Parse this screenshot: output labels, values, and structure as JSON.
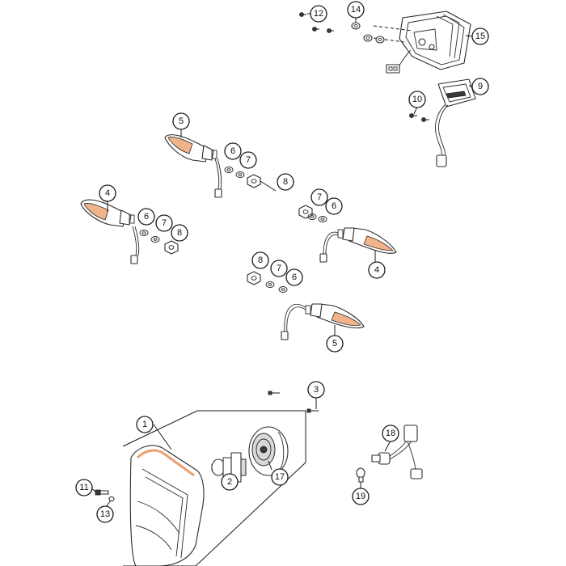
{
  "callouts": [
    {
      "id": "c1",
      "label": "1"
    },
    {
      "id": "c2",
      "label": "2"
    },
    {
      "id": "c3",
      "label": "3"
    },
    {
      "id": "c4a",
      "label": "4"
    },
    {
      "id": "c4b",
      "label": "4"
    },
    {
      "id": "c5a",
      "label": "5"
    },
    {
      "id": "c5b",
      "label": "5"
    },
    {
      "id": "c6a",
      "label": "6"
    },
    {
      "id": "c6b",
      "label": "6"
    },
    {
      "id": "c6c",
      "label": "6"
    },
    {
      "id": "c6d",
      "label": "6"
    },
    {
      "id": "c7a",
      "label": "7"
    },
    {
      "id": "c7b",
      "label": "7"
    },
    {
      "id": "c7c",
      "label": "7"
    },
    {
      "id": "c7d",
      "label": "7"
    },
    {
      "id": "c8a",
      "label": "8"
    },
    {
      "id": "c8b",
      "label": "8"
    },
    {
      "id": "c8c",
      "label": "8"
    },
    {
      "id": "c9",
      "label": "9"
    },
    {
      "id": "c10",
      "label": "10"
    },
    {
      "id": "c11",
      "label": "11"
    },
    {
      "id": "c12",
      "label": "12"
    },
    {
      "id": "c13",
      "label": "13"
    },
    {
      "id": "c14",
      "label": "14"
    },
    {
      "id": "c15",
      "label": "15"
    },
    {
      "id": "c17",
      "label": "17"
    },
    {
      "id": "c18",
      "label": "18"
    },
    {
      "id": "c19",
      "label": "19"
    }
  ]
}
